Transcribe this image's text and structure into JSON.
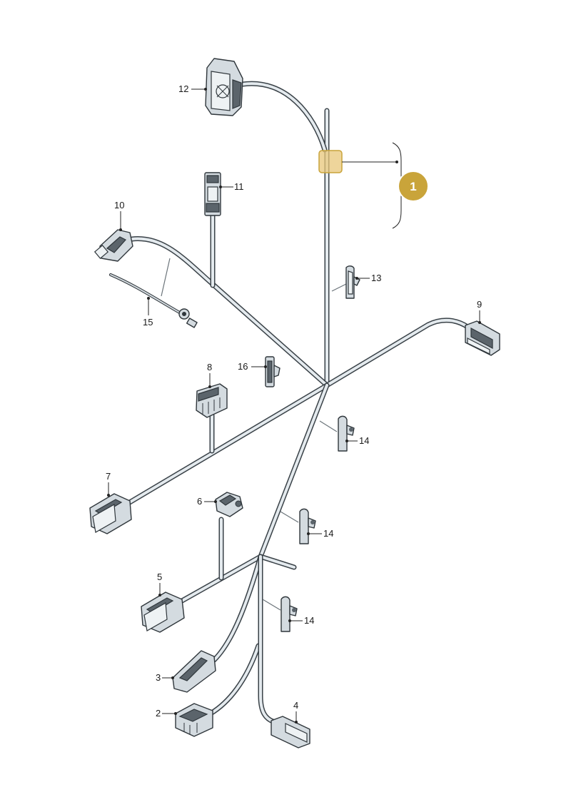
{
  "callout": {
    "label": "1",
    "color": "#c9a43a",
    "highlight_color": "#e8c77a"
  },
  "labels": {
    "n2": "2",
    "n3": "3",
    "n4": "4",
    "n5": "5",
    "n6": "6",
    "n7": "7",
    "n8": "8",
    "n9": "9",
    "n10": "10",
    "n11": "11",
    "n12": "12",
    "n13": "13",
    "n14a": "14",
    "n14b": "14",
    "n14c": "14",
    "n15": "15",
    "n16": "16"
  }
}
